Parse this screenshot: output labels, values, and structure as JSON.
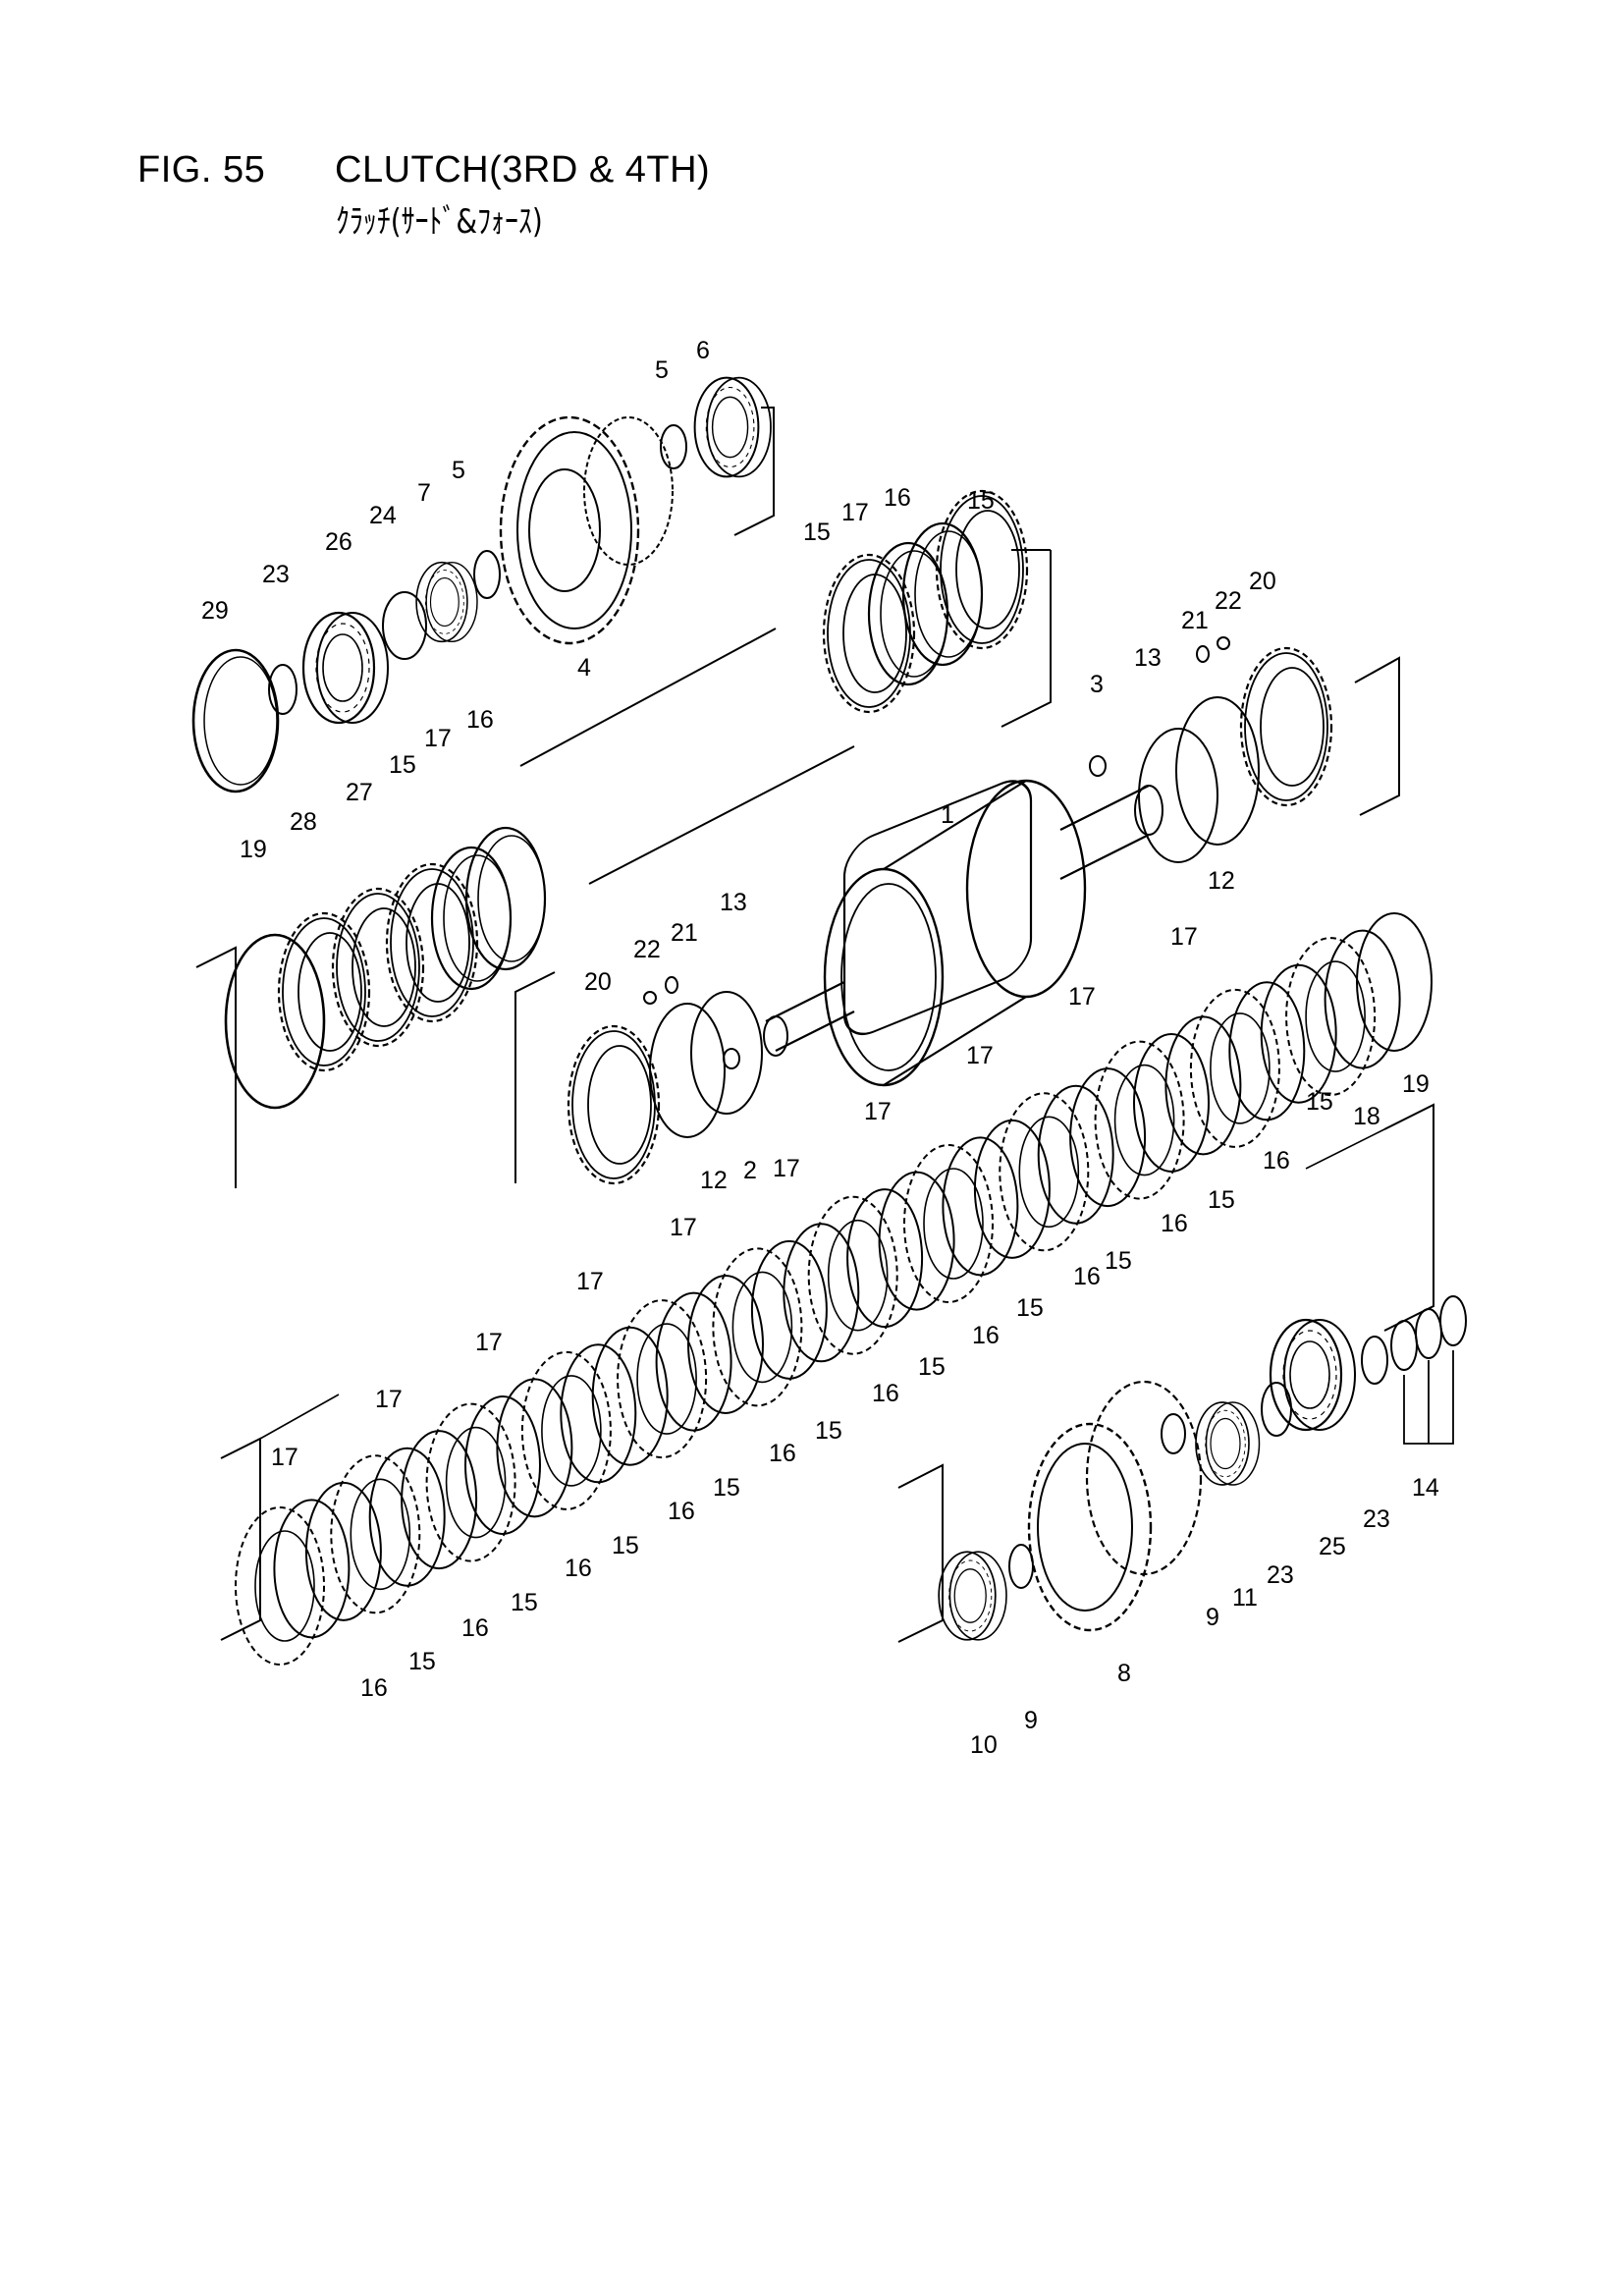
{
  "header": {
    "fig_number": "FIG. 55",
    "title": "CLUTCH(3RD & 4TH)",
    "subtitle": "ｸﾗｯﾁ(ｻｰﾄﾞ&ﾌｫｰｽ)"
  },
  "callouts": [
    {
      "text": "1"
    },
    {
      "text": "2"
    },
    {
      "text": "3"
    },
    {
      "text": "4"
    },
    {
      "text": "5"
    },
    {
      "text": "5"
    },
    {
      "text": "6"
    },
    {
      "text": "7"
    },
    {
      "text": "8"
    },
    {
      "text": "9"
    },
    {
      "text": "9"
    },
    {
      "text": "10"
    },
    {
      "text": "11"
    },
    {
      "text": "12"
    },
    {
      "text": "12"
    },
    {
      "text": "13"
    },
    {
      "text": "13"
    },
    {
      "text": "14"
    },
    {
      "text": "15"
    },
    {
      "text": "15"
    },
    {
      "text": "15"
    },
    {
      "text": "15"
    },
    {
      "text": "15"
    },
    {
      "text": "15"
    },
    {
      "text": "15"
    },
    {
      "text": "15"
    },
    {
      "text": "15"
    },
    {
      "text": "15"
    },
    {
      "text": "15"
    },
    {
      "text": "15"
    },
    {
      "text": "15"
    },
    {
      "text": "16"
    },
    {
      "text": "16"
    },
    {
      "text": "16"
    },
    {
      "text": "16"
    },
    {
      "text": "16"
    },
    {
      "text": "16"
    },
    {
      "text": "16"
    },
    {
      "text": "16"
    },
    {
      "text": "16"
    },
    {
      "text": "16"
    },
    {
      "text": "16"
    },
    {
      "text": "16"
    },
    {
      "text": "17"
    },
    {
      "text": "17"
    },
    {
      "text": "17"
    },
    {
      "text": "17"
    },
    {
      "text": "17"
    },
    {
      "text": "17"
    },
    {
      "text": "17"
    },
    {
      "text": "17"
    },
    {
      "text": "17"
    },
    {
      "text": "17"
    },
    {
      "text": "17"
    },
    {
      "text": "17"
    },
    {
      "text": "18"
    },
    {
      "text": "19"
    },
    {
      "text": "19"
    },
    {
      "text": "20"
    },
    {
      "text": "20"
    },
    {
      "text": "21"
    },
    {
      "text": "21"
    },
    {
      "text": "22"
    },
    {
      "text": "22"
    },
    {
      "text": "23"
    },
    {
      "text": "23"
    },
    {
      "text": "23"
    },
    {
      "text": "24"
    },
    {
      "text": "25"
    },
    {
      "text": "26"
    },
    {
      "text": "27"
    },
    {
      "text": "28"
    },
    {
      "text": "29"
    }
  ]
}
